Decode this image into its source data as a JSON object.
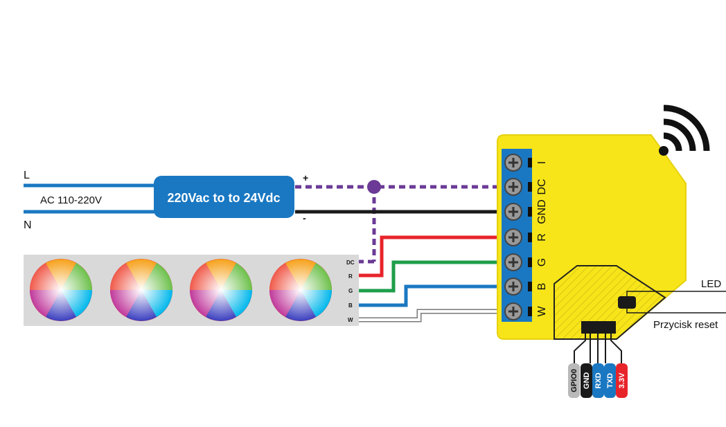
{
  "mains": {
    "line_label": "L",
    "neutral_label": "N",
    "ac_label": "AC 110-220V"
  },
  "psu": {
    "label": "220Vac to  to 24Vdc",
    "plus": "+",
    "minus": "-"
  },
  "strip": {
    "pins": [
      "DC",
      "R",
      "G",
      "B",
      "W"
    ]
  },
  "module": {
    "terminals": [
      "I",
      "DC",
      "GND",
      "R",
      "G",
      "B",
      "W"
    ],
    "led_label": "LED",
    "reset_label": "Przycisk reset",
    "header_pins": [
      {
        "label": "GPIO0",
        "color": "#b9b9b9"
      },
      {
        "label": "GND",
        "color": "#1a1a1a"
      },
      {
        "label": "RXD",
        "color": "#1a78c2"
      },
      {
        "label": "TXD",
        "color": "#1a78c2"
      },
      {
        "label": "3.3V",
        "color": "#e8242b"
      }
    ]
  },
  "colors": {
    "module_yellow": "#f7e51a",
    "terminal_blue": "#1a78c2",
    "wire_red": "#e8242b",
    "wire_green": "#1e9e4a",
    "wire_blue": "#1a78c2",
    "wire_purple": "#6b3a96",
    "psu_blue": "#1a78c2",
    "strip_gray": "#d9d9d9"
  }
}
